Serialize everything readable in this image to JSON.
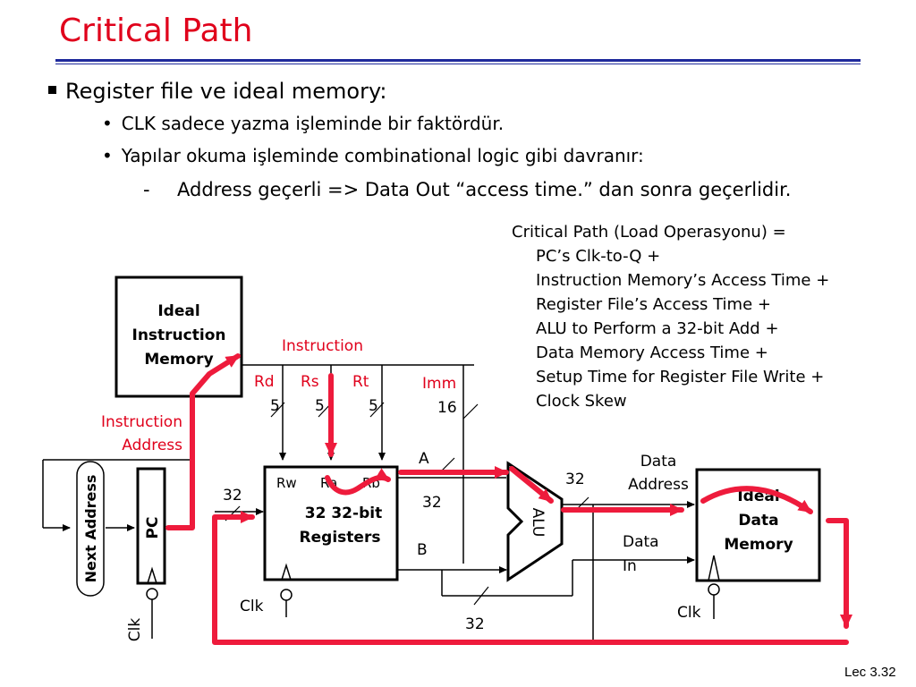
{
  "title": "Critical Path",
  "bullets": {
    "level1": "Register file ve ideal memory:",
    "level2": [
      "CLK sadece yazma işleminde bir faktördür.",
      "Yapılar okuma işleminde combinational logic gibi davranır:"
    ],
    "level3": "Address geçerli => Data Out “access time.” dan sonra geçerlidir."
  },
  "critical_path": {
    "heading": "Critical Path (Load Operasyonu) =",
    "items": [
      "PC’s Clk-to-Q +",
      "Instruction Memory’s Access Time +",
      "Register File’s Access Time +",
      "ALU to Perform a 32-bit Add +",
      "Data Memory Access Time +",
      "Setup Time for Register File Write +",
      "Clock Skew"
    ]
  },
  "diagram": {
    "instr_mem": [
      "Ideal",
      "Instruction",
      "Memory"
    ],
    "instruction_label": "Instruction",
    "instr_address": [
      "Instruction",
      "Address"
    ],
    "fields": {
      "rd": "Rd",
      "rs": "Rs",
      "rt": "Rt",
      "imm": "Imm"
    },
    "widths": {
      "rd": "5",
      "rs": "5",
      "rt": "5",
      "imm": "16"
    },
    "regfile_ports": {
      "rw": "Rw",
      "ra": "Ra",
      "rb": "Rb"
    },
    "regfile": [
      "32 32-bit",
      "Registers"
    ],
    "next_address": "Next Address",
    "pc": "PC",
    "alu": "ALU",
    "bus_a": "A",
    "bus_b": "B",
    "w32_left": "32",
    "w32_a": "32",
    "w32_bottom": "32",
    "w32_alu_out": "32",
    "data_address": [
      "Data",
      "Address"
    ],
    "data_in": [
      "Data",
      "In"
    ],
    "data_mem": [
      "Ideal",
      "Data",
      "Memory"
    ],
    "clk_pc": "Clk",
    "clk_reg": "Clk",
    "clk_dm": "Clk",
    "colors": {
      "title": "#e0001b",
      "critical_path": "#ee1b3c",
      "rule": "#1f2a9c",
      "accent_text": "#e0001b"
    }
  },
  "footer": "Lec 3.32"
}
